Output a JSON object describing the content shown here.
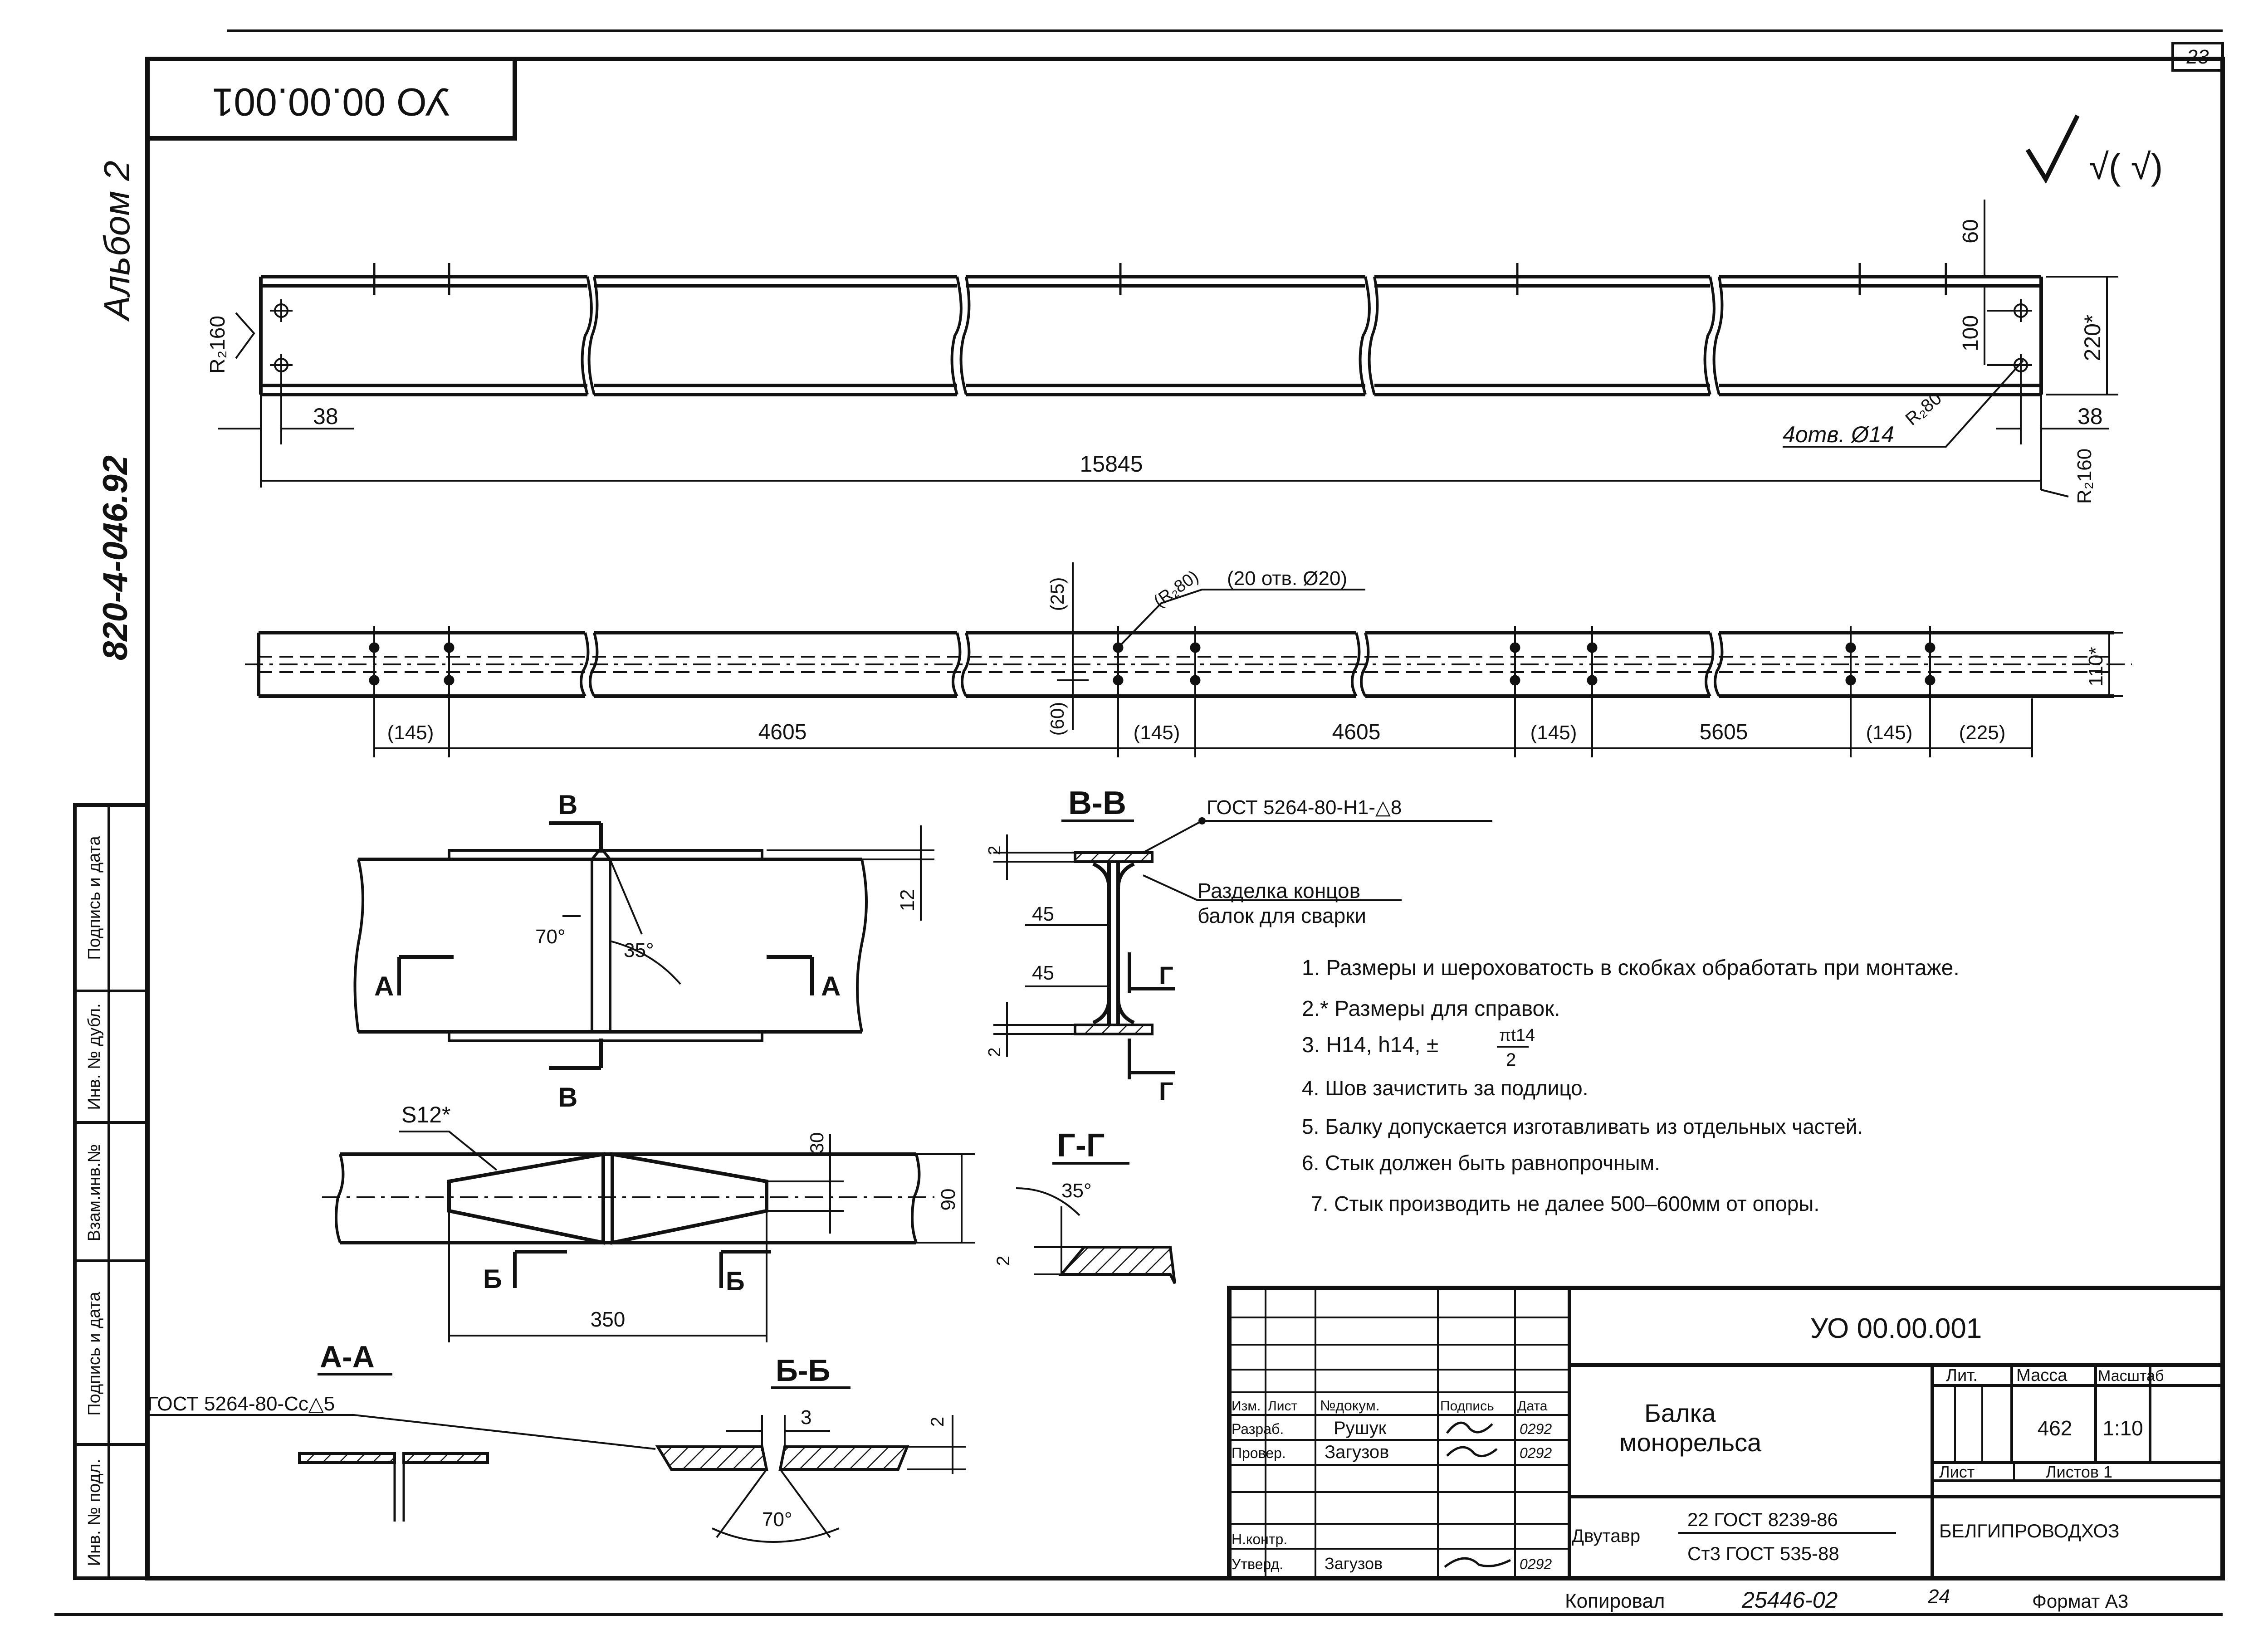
{
  "page_number": "23",
  "doc_code_top": "УО 00.00.001",
  "album": "Альбом 2",
  "series": "820-4-046.92",
  "roughness": "√( √)",
  "plan": {
    "radius_left": "R₂160",
    "dim_left": "38",
    "dim_right": "38",
    "length": "15845",
    "dim_60": "60",
    "dim_100": "100",
    "height": "220*",
    "holes": "4отв. Ø14",
    "radius_hole": "R₂80",
    "radius_right": "R₂160"
  },
  "flange": {
    "dim_25": "(25)",
    "radius": "(R₂80)",
    "holes": "(20 отв. Ø20)",
    "width": "110*",
    "dim_60": "(60)",
    "dims": [
      "(145)",
      "4605",
      "(145)",
      "4605",
      "(145)",
      "5605",
      "(145)",
      "(225)"
    ]
  },
  "joint": {
    "section_b": "В",
    "section_a": "А",
    "angle_70": "70°",
    "angle_35": "35°",
    "dim_12": "12"
  },
  "section_bb": {
    "title": "В-В",
    "weld_std": "ГОСТ 5264-80-Н1-△8",
    "note_line1": "Разделка концов",
    "note_line2": "балок для сварки",
    "dim_2": "2",
    "dim_45a": "45",
    "dim_45b": "45",
    "dim_2b": "2",
    "mark_g": "Г"
  },
  "plate": {
    "s": "S12*",
    "dim_30": "30",
    "dim_90": "90",
    "dim_350": "350",
    "mark_b": "Б"
  },
  "section_gg": {
    "title": "Г-Г",
    "angle": "35°",
    "dim_2": "2"
  },
  "section_aa": {
    "title": "А-А",
    "weld_std": "ГОСТ 5264-80-Сс△5"
  },
  "section_bb2": {
    "title": "Б-Б",
    "dim_3": "3",
    "dim_2": "2",
    "angle": "70°"
  },
  "notes": [
    "1. Размеры и шероховатость в скобках обработать при монтаже.",
    "2.* Размеры   для  справок.",
    "3. Н14, h14, ±",
    "4. Шов  зачистить  за  подлицо.",
    "5. Балку  допускается  изготавливать из отдельных  частей.",
    "6. Стык  должен  быть  равнопрочным.",
    "7. Стык  производить  не  далее  500–600мм  от  опоры."
  ],
  "note3_num": "πt14",
  "note3_den": "2",
  "stamp_side": [
    "Инв. № подл.",
    "Подпись и дата",
    "Взам.инв.№",
    "Инв. № дубл.",
    "Подпись и дата"
  ],
  "title_block": {
    "code": "УО 00.00.001",
    "name_line1": "Балка",
    "name_line2": "монорельса",
    "material_label": "Двутавр",
    "material_line1": "22  ГОСТ 8239-86",
    "material_line2": "Ст3 ГОСТ 535-88",
    "lit": "Лит.",
    "mass": "Масса",
    "scale": "Масштаб",
    "mass_value": "462",
    "scale_value": "1:10",
    "sheet": "Лист",
    "sheets": "Листов  1",
    "org": "БЕЛГИПРОВОДХОЗ",
    "header_izm": "Изм.",
    "header_list": "Лист",
    "header_doc": "№докум.",
    "header_sign": "Подпись",
    "header_date": "Дата",
    "role_dev": "Разраб.",
    "role_check": "Провер.",
    "role_nk": "Н.контр.",
    "role_appr": "Утверд.",
    "name_dev": "Рушук",
    "name_check": "Загузов",
    "name_appr": "Загузов",
    "date_dev": "0292",
    "date_check": "0292",
    "date_appr": "0292",
    "copied": "Копировал",
    "copy_num": "25446-02",
    "copy_sheet": "24",
    "format": "Формат А3"
  }
}
